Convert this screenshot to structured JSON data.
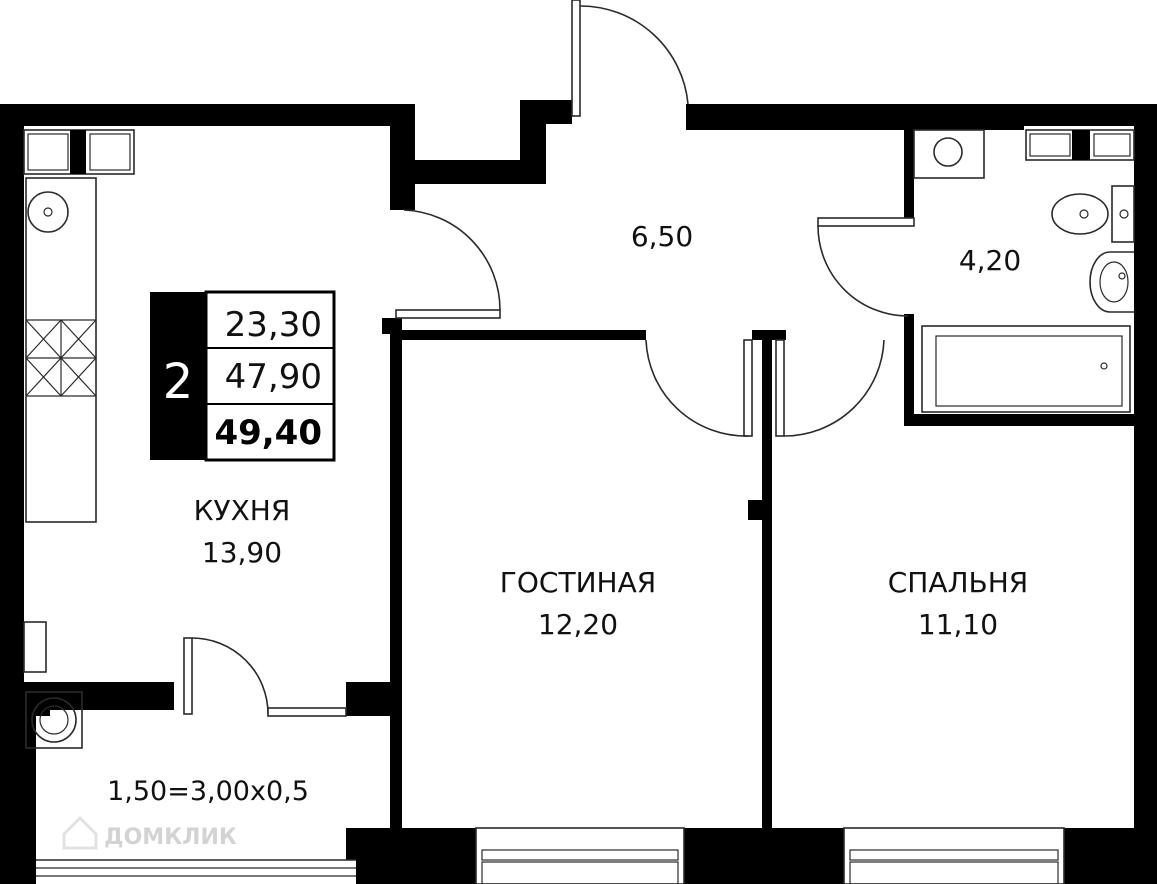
{
  "summary": {
    "rooms_count": "2",
    "living_area": "23,30",
    "total_area": "47,90",
    "total_with_balcony": "49,40"
  },
  "rooms": {
    "kitchen": {
      "name": "КУХНЯ",
      "area": "13,90"
    },
    "hall": {
      "area": "6,50"
    },
    "bathroom": {
      "area": "4,20"
    },
    "living": {
      "name": "ГОСТИНАЯ",
      "area": "12,20"
    },
    "bedroom": {
      "name": "СПАЛЬНЯ",
      "area": "11,10"
    },
    "balcony": {
      "area": "1,50=3,00x0,5"
    }
  },
  "watermark": {
    "text": "ДОМКЛИК"
  },
  "colors": {
    "wall": "#000000",
    "background": "#ffffff",
    "line": "#2a2a2a"
  }
}
